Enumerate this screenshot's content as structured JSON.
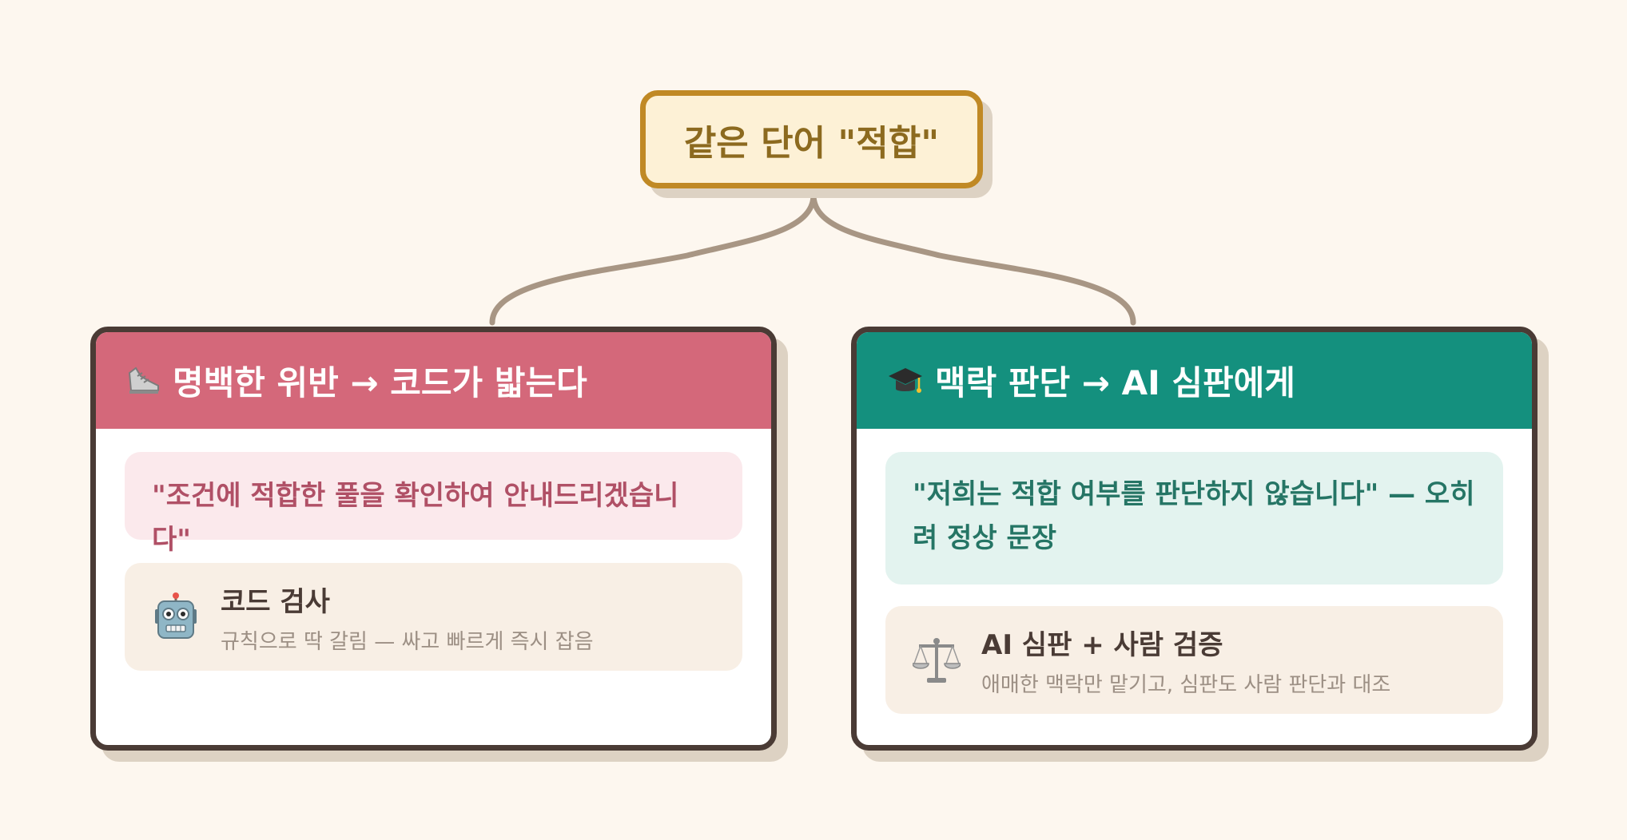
{
  "root": {
    "label": "같은 단어 \"적합\""
  },
  "left_card": {
    "icon": "running-shoe-icon",
    "title": "명백한 위반 → 코드가 밟는다",
    "quote": "\"조건에 적합한 풀을 확인하여 안내드리겠습니다\"",
    "tool": {
      "icon": "robot-icon",
      "title": "코드 검사",
      "subtitle": "규칙으로 딱 갈림 — 싸고 빠르게 즉시 잡음"
    }
  },
  "right_card": {
    "icon": "graduation-cap-icon",
    "title": "맥락 판단 → AI 심판에게",
    "quote": "\"저희는 적합 여부를 판단하지 않습니다\" — 오히려 정상 문장",
    "tool": {
      "icon": "balance-scale-icon",
      "title": "AI 심판 + 사람 검증",
      "subtitle": "애매한 맥락만 맡기고, 심판도 사람 판단과 대조"
    }
  },
  "colors": {
    "background": "#fdf7ef",
    "root_border": "#c08925",
    "left_accent": "#d4687a",
    "right_accent": "#14907e",
    "connector": "#a89684"
  }
}
